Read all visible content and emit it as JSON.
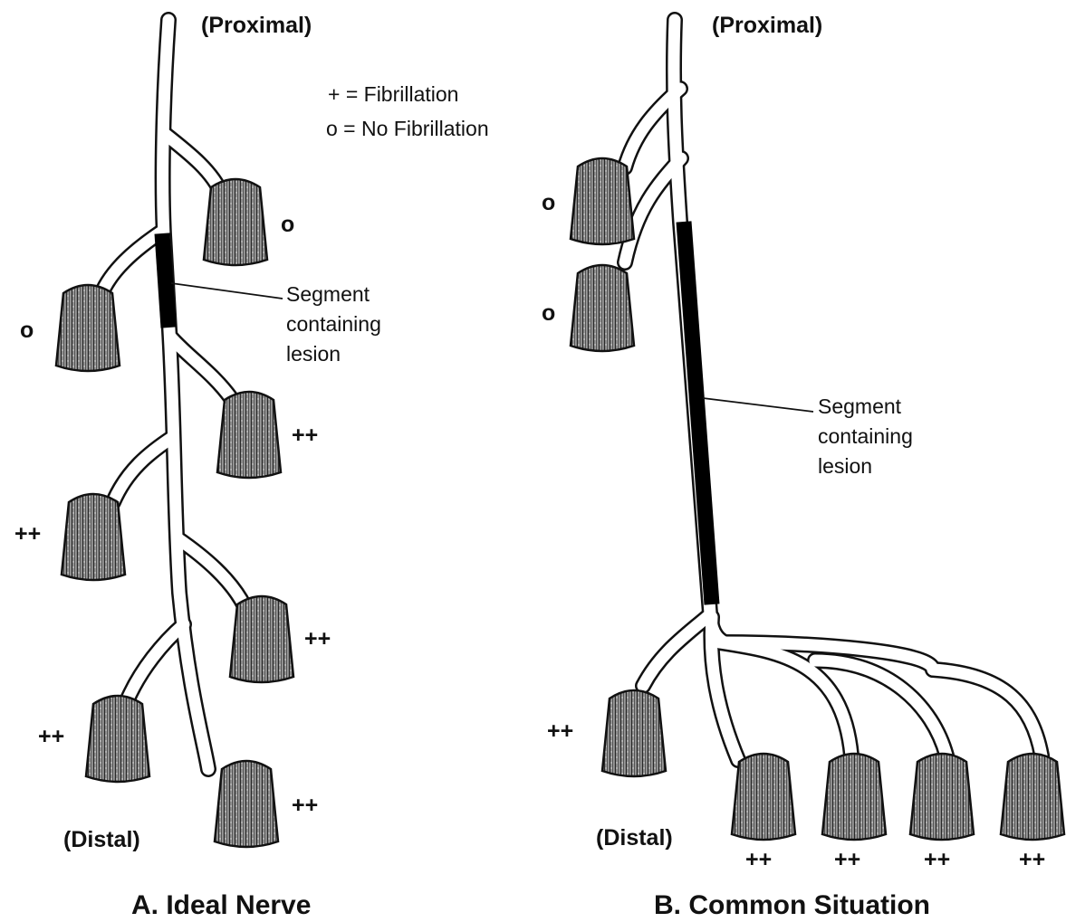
{
  "legend": {
    "fibrillation": "+ = Fibrillation",
    "no_fibrillation": "o = No Fibrillation"
  },
  "panel_a": {
    "caption": "A. Ideal Nerve",
    "proximal": "(Proximal)",
    "distal": "(Distal)",
    "lesion_label": [
      "Segment",
      "containing",
      "lesion"
    ],
    "muscle_marks": [
      "o",
      "o",
      "++",
      "++",
      "++",
      "++",
      "++"
    ]
  },
  "panel_b": {
    "caption": "B. Common Situation",
    "proximal": "(Proximal)",
    "distal": "(Distal)",
    "lesion_label": [
      "Segment",
      "containing",
      "lesion"
    ],
    "muscle_marks": [
      "o",
      "o",
      "++",
      "++",
      "++",
      "++",
      "++"
    ]
  },
  "colors": {
    "ink": "#111111",
    "muscle_fill": "#8a8a8a",
    "lesion": "#000000"
  }
}
